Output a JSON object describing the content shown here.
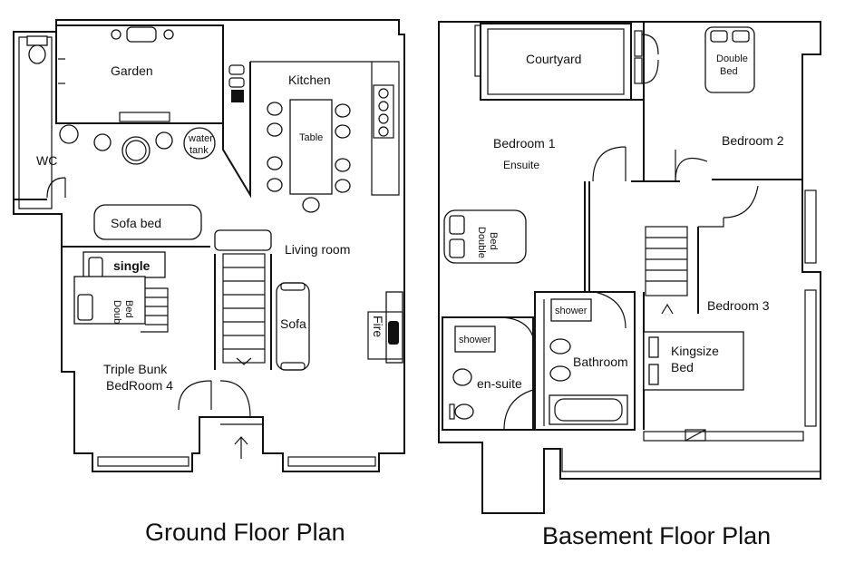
{
  "ground_floor": {
    "caption": "Ground Floor Plan",
    "rooms": {
      "garden": "Garden",
      "kitchen": "Kitchen",
      "wc": "WC",
      "living_room": "Living room",
      "bedroom4_line1": "Triple Bunk",
      "bedroom4_line2": "BedRoom 4"
    },
    "furniture": {
      "table": "Table",
      "water_tank_line1": "water",
      "water_tank_line2": "tank",
      "sofa_bed": "Sofa bed",
      "sofa": "Sofa",
      "fire": "Fire",
      "single_bed": "single",
      "double_bed_line1": "Doub",
      "double_bed_line2": "Bed"
    }
  },
  "basement": {
    "caption": "Basement Floor Plan",
    "rooms": {
      "courtyard": "Courtyard",
      "bedroom1_line1": "Bedroom 1",
      "bedroom1_line2": "Ensuite",
      "bedroom2": "Bedroom 2",
      "bedroom3": "Bedroom 3",
      "bathroom": "Bathroom",
      "en_suite": "en-suite"
    },
    "furniture": {
      "double_bed_top_line1": "Double",
      "double_bed_top_line2": "Bed",
      "double_bed_left_line1": "Double",
      "double_bed_left_line2": "Bed",
      "shower_bathroom": "shower",
      "shower_ensuite": "shower",
      "kingsize_line1": "Kingsize",
      "kingsize_line2": "Bed"
    }
  }
}
